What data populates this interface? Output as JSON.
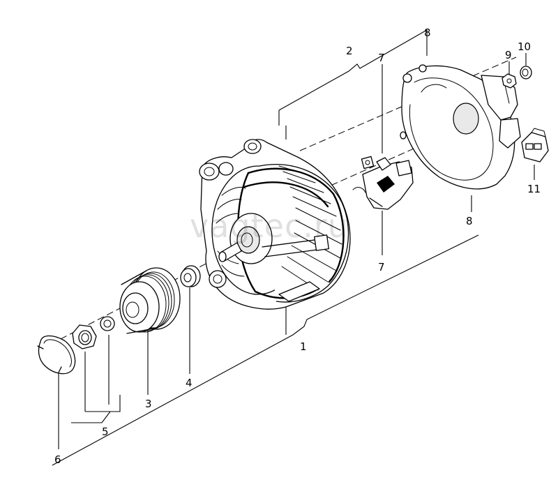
{
  "watermark": "vagtec.ru",
  "labels": {
    "l1": "1",
    "l2": "2",
    "l3": "3",
    "l4": "4",
    "l5": "5",
    "l6": "6",
    "l7a": "7",
    "l7b": "7",
    "l8a": "8",
    "l8b": "8",
    "l9": "9",
    "l10": "10",
    "l11": "11"
  }
}
